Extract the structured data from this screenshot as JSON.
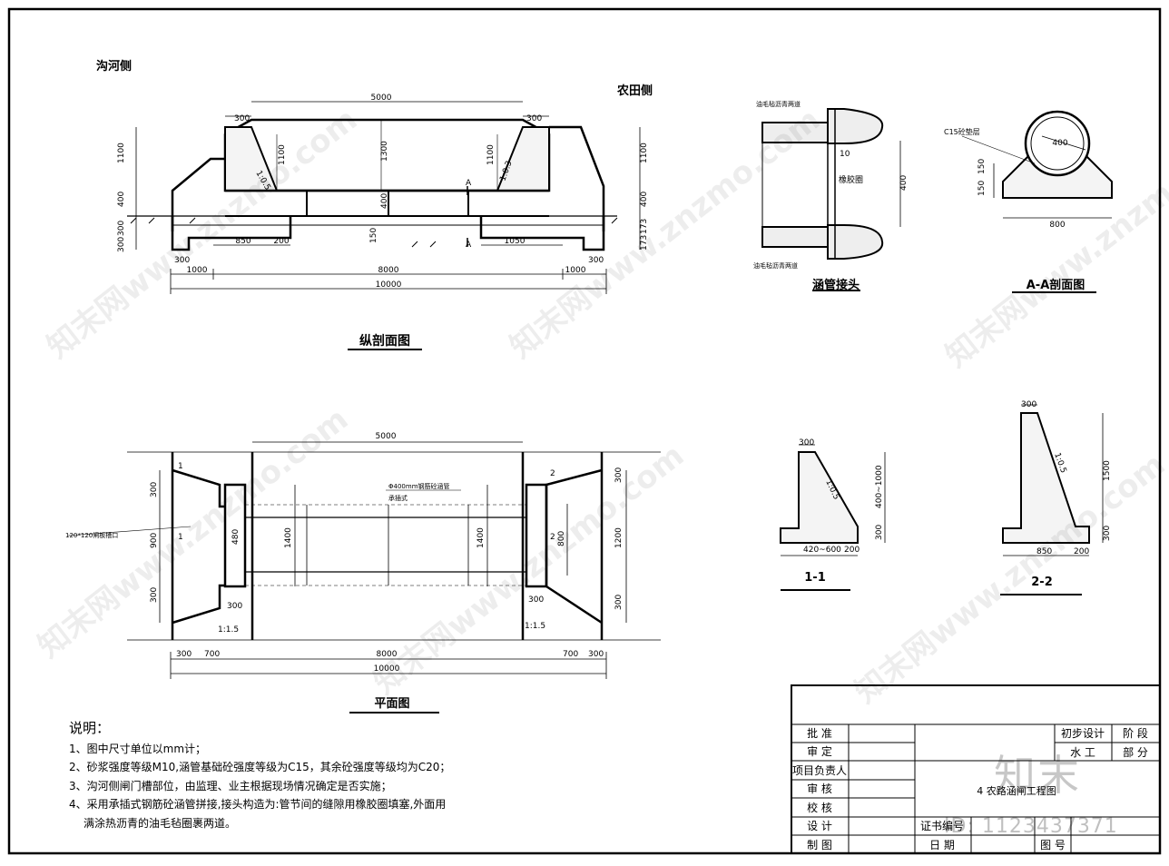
{
  "side_labels": {
    "ditch_side": "沟河侧",
    "field_side": "农田侧"
  },
  "section": {
    "title": "纵剖面图",
    "dims_top": [
      "300",
      "5000",
      "300"
    ],
    "dims_vertical_left": [
      "1100",
      "400",
      "300",
      "300"
    ],
    "dims_vertical_right": [
      "1100",
      "400",
      "173",
      "173"
    ],
    "dims_inner": [
      "1300",
      "1100",
      "1100",
      "400",
      "150"
    ],
    "slopes": [
      "1:0.5",
      "1:0.3"
    ],
    "section_mark": "A",
    "dims_bottom_inner": [
      "850",
      "200",
      "1050",
      "300",
      "300"
    ],
    "dims_bottom": [
      "1000",
      "8000",
      "1000"
    ],
    "dims_total": "10000"
  },
  "joint": {
    "title": "涵管接头",
    "labels": [
      "油毛毡沥青两道",
      "10",
      "橡胶圈",
      "油毛毡沥青两道"
    ],
    "dim": "400"
  },
  "aa": {
    "title": "A-A剖面图",
    "labels": [
      "C15砼垫层",
      "400",
      "150",
      "150",
      "800"
    ]
  },
  "plan": {
    "title": "平面图",
    "dims_top": "5000",
    "pipe_label_1": "Φ400mm钢筋砼涵管",
    "pipe_label_2": "承插式",
    "slot_label": "120*120闸板槽口",
    "marks": [
      "1",
      "1",
      "2",
      "2"
    ],
    "dims_left": [
      "300",
      "900",
      "300"
    ],
    "dims_inner": [
      "480",
      "1400",
      "1400",
      "800"
    ],
    "dims_right": [
      "300",
      "1200",
      "300"
    ],
    "dims_300": [
      "300",
      "300"
    ],
    "ratios": [
      "1:1.5",
      "1:1.5"
    ],
    "dims_bottom": [
      "300",
      "700",
      "8000",
      "700",
      "300"
    ],
    "dims_total": "10000"
  },
  "sec11": {
    "title": "1-1",
    "dims": [
      "300",
      "1:0.5",
      "400~1000",
      "300",
      "420~600",
      "200"
    ]
  },
  "sec22": {
    "title": "2-2",
    "dims": [
      "300",
      "1:0.5",
      "1500",
      "300",
      "850",
      "200"
    ]
  },
  "notes": {
    "heading": "说明：",
    "items": [
      "1、图中尺寸单位以mm计；",
      "2、砂浆强度等级M10,涵管基础砼强度等级为C15，其余砼强度等级均为C20；",
      "3、沟河侧闸门槽部位，由监理、业主根据现场情况确定是否实施；",
      "4、采用承插式钢筋砼涵管拼接,接头构造为:管节间的缝隙用橡胶圈填塞,外面用"
    ],
    "item4_cont": "满涂热沥青的油毛毡圈裹两道。"
  },
  "title_block": {
    "rows": [
      "批 准",
      "审 定",
      "项目负责人",
      "审 核",
      "校 核",
      "设 计",
      "制 图"
    ],
    "stage": [
      "初步设计",
      "阶 段"
    ],
    "dept": [
      "水 工",
      "部 分"
    ],
    "drawing_name": "4 农路涵闸工程图",
    "cert": "证书编号",
    "date": "日 期",
    "no": "图 号"
  },
  "watermark": {
    "brand": "知末",
    "id": "ID: 1123437371",
    "site": "知末网www.znzmo.com"
  }
}
